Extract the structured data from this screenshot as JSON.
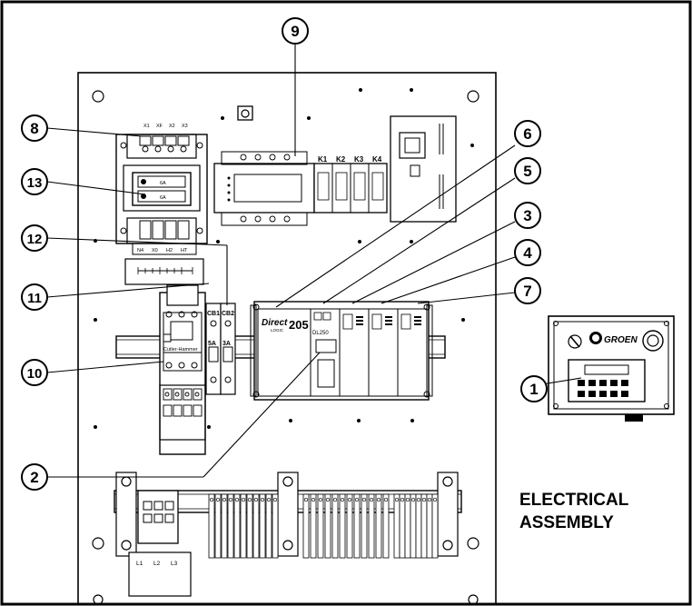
{
  "title": {
    "line1": "ELECTRICAL",
    "line2": "ASSEMBLY"
  },
  "callouts": [
    "1",
    "2",
    "3",
    "4",
    "5",
    "6",
    "7",
    "8",
    "9",
    "10",
    "11",
    "12",
    "13"
  ],
  "components": {
    "relay_labels": [
      "K1",
      "K2",
      "K3",
      "K4"
    ],
    "transformer_top_terminals": [
      "X1",
      "XF",
      "X2",
      "X3"
    ],
    "transformer_bottom_terminals": [
      "N4",
      "X0",
      "H2",
      "HT"
    ],
    "fuse_labels": [
      "6A",
      "6A"
    ],
    "breaker_labels": [
      "CB1",
      "CB2"
    ],
    "breaker_ratings": [
      "5A",
      "3A"
    ],
    "contactor_brand": "Cutler-Hammer",
    "plc_brand": "Direct",
    "plc_sub": "LOGIC",
    "plc_model": "205",
    "plc_cpu": "DL250",
    "power_labels": [
      "L1",
      "L2",
      "L3"
    ],
    "panel_brand": "GROEN"
  },
  "colors": {
    "ink": "#000000",
    "paper": "#ffffff"
  }
}
